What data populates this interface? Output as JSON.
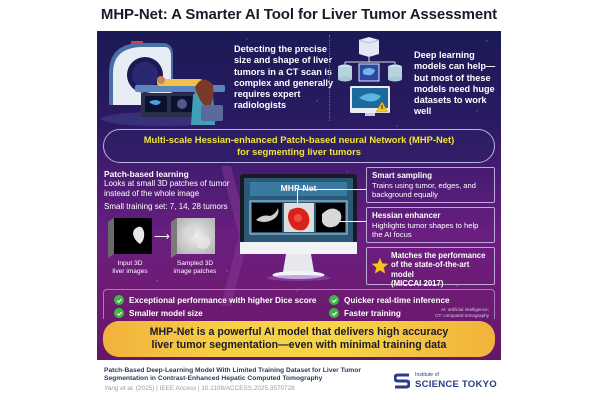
{
  "title": "MHP-Net: A Smarter AI Tool for Liver Tumor Assessment",
  "top": {
    "left_text": "Detecting the precise size and shape of liver tumors in a CT scan is complex and generally requires expert radiologists",
    "right_text": "Deep learning models can help—but most of these models need huge datasets to work well",
    "illustrations": [
      "ct-scanner-icon",
      "radiologist-icon",
      "database-icon",
      "warning-icon"
    ]
  },
  "banner": {
    "line1": "Multi-scale Hessian-enhanced Patch-based neural Network (MHP-Net)",
    "line2": "for segmenting liver tumors"
  },
  "patch": {
    "title": "Patch-based learning",
    "description": "Looks at small 3D patches of tumor instead of the whole image",
    "training_set": "Small training set: 7, 14, 28 tumors",
    "input_label_1": "Input 3D",
    "input_label_2": "liver images",
    "patch_label_1": "Sampled 3D",
    "patch_label_2": "image patches"
  },
  "monitor": {
    "title": "MHP-Net"
  },
  "features": {
    "smart_title": "Smart sampling",
    "smart_desc": "Trains using tumor, edges, and background equally",
    "hessian_title": "Hessian enhancer",
    "hessian_desc": "Highlights tumor shapes to help the AI focus",
    "matches_line1": "Matches the performance",
    "matches_line2": "of the state-of-the-art model",
    "matches_line3": "(MICCAI 2017)"
  },
  "benefits": [
    "Exceptional performance with higher Dice score",
    "Smaller model size",
    "Quicker real-time inference",
    "Faster training"
  ],
  "abbreviations": {
    "line1": "AI: artificial intelligence;",
    "line2": "CT: computed tomography"
  },
  "conclusion": {
    "line1": "MHP-Net is a powerful AI model that delivers high accuracy",
    "line2": "liver tumor segmentation—even with minimal training data"
  },
  "reference": {
    "title": "Patch-Based Deep-Learning Model With Limited Training Dataset for Liver Tumor Segmentation in Contrast-Enhanced Hepatic Computed Tomography",
    "authors": "Yang et al.",
    "meta": "(2025) | IEEE Access | 10.1109/ACCESS.2025.3570728"
  },
  "logo": {
    "small": "Institute of",
    "big": "SCIENCE TOKYO"
  },
  "colors": {
    "title": "#1a1a2a",
    "banner_text": "#f2e43a",
    "check": "#3fb548",
    "conclusion_bg": "#f6cf45",
    "logo": "#2b3b86"
  }
}
